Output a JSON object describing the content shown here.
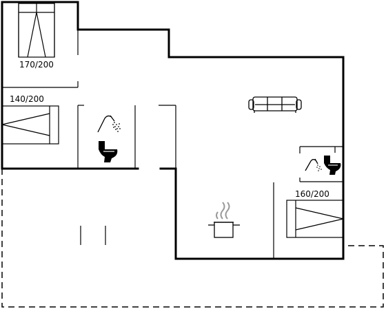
{
  "plan": {
    "beds": [
      {
        "id": "bed-top-left",
        "label": "170/200"
      },
      {
        "id": "bed-left",
        "label": "140/200"
      },
      {
        "id": "bed-right",
        "label": "160/200"
      }
    ],
    "icons": [
      "shower-icon",
      "toilet-icon",
      "sofa-icon",
      "cooking-pot-icon"
    ]
  }
}
